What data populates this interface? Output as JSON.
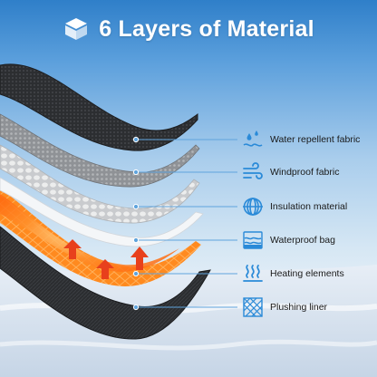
{
  "header": {
    "title": "6 Layers of Material",
    "icon": "layers-box-icon"
  },
  "layers": [
    {
      "label": "Water repellent fabric",
      "icon": "water-drops-icon"
    },
    {
      "label": "Windproof fabric",
      "icon": "wind-icon"
    },
    {
      "label": "Insulation material",
      "icon": "insulation-coil-icon"
    },
    {
      "label": "Waterproof bag",
      "icon": "waves-icon"
    },
    {
      "label": "Heating elements",
      "icon": "heat-waves-icon"
    },
    {
      "label": "Plushing liner",
      "icon": "fabric-texture-icon"
    }
  ],
  "colors": {
    "icon_blue": "#2a8ad8",
    "leader_line": "#5fa4dd",
    "heat_orange": "#ff7a1a",
    "heat_arrow": "#e8401c",
    "outer_fabric": "#26282b"
  }
}
